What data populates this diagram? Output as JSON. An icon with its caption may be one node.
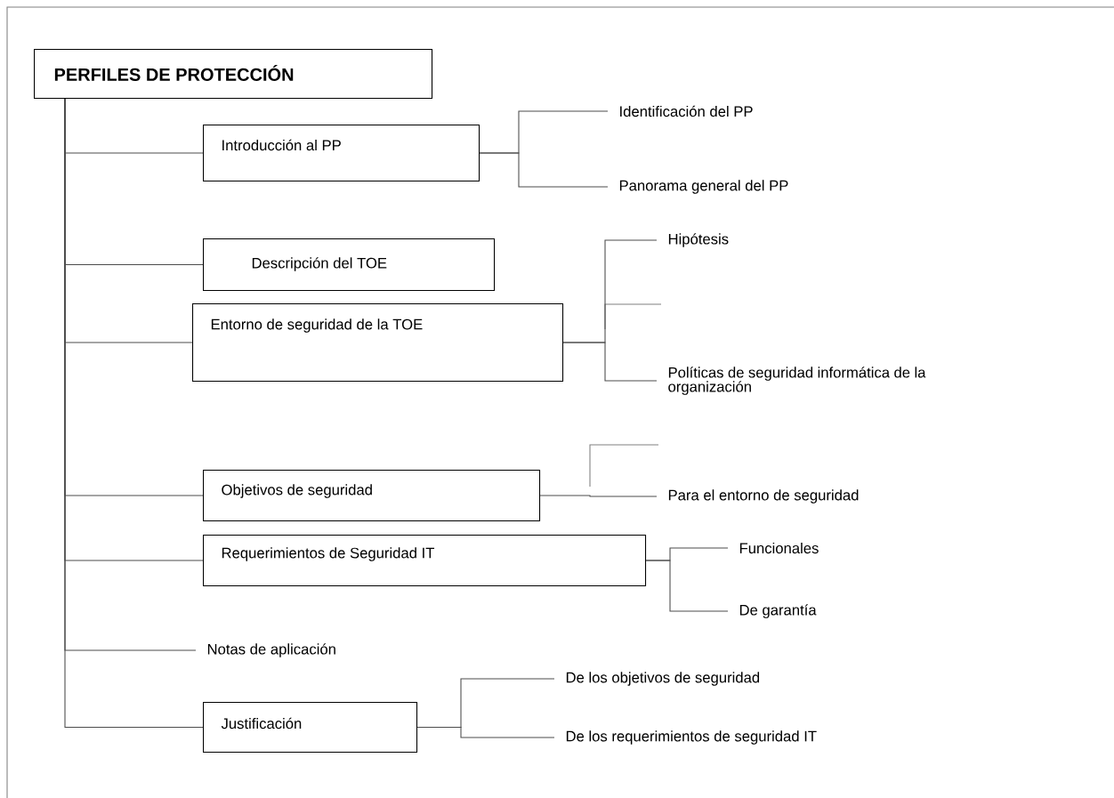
{
  "diagram": {
    "nodes": [
      {
        "text": [
          "PERFILES DE PROTECCIÓN"
        ]
      },
      {
        "text": [
          "Introducción al PP"
        ]
      },
      {
        "text": [
          "Descripción del TOE"
        ]
      },
      {
        "text": [
          "Entorno de seguridad  de la TOE"
        ]
      },
      {
        "text": [
          "Objetivos de seguridad"
        ]
      },
      {
        "text": [
          "Requerimientos de Seguridad IT"
        ]
      },
      {
        "text": [
          "Notas de aplicación"
        ]
      },
      {
        "text": [
          "Justificación"
        ]
      },
      {
        "text": [
          "Identificación del PP"
        ]
      },
      {
        "text": [
          "Panorama general del PP"
        ]
      },
      {
        "text": [
          "Hipótesis"
        ]
      },
      {
        "text": [
          "Políticas de seguridad informática de la organización"
        ]
      },
      {
        "text": [
          "Para el entorno de seguridad"
        ]
      },
      {
        "text": [
          "Funcionales"
        ]
      },
      {
        "text": [
          "De garantía"
        ]
      },
      {
        "text": [
          "De los objetivos de seguridad"
        ]
      },
      {
        "text": [
          "De los requerimientos de seguridad IT"
        ]
      }
    ],
    "edges": [
      {
        "from": 0,
        "to": 1,
        "arrow": "none"
      },
      {
        "from": 0,
        "to": 2,
        "arrow": "none"
      },
      {
        "from": 0,
        "to": 3,
        "arrow": "none"
      },
      {
        "from": 0,
        "to": 4,
        "arrow": "none"
      },
      {
        "from": 0,
        "to": 5,
        "arrow": "none"
      },
      {
        "from": 0,
        "to": 6,
        "arrow": "none"
      },
      {
        "from": 0,
        "to": 7,
        "arrow": "none"
      },
      {
        "from": 1,
        "to": 8,
        "arrow": "none"
      },
      {
        "from": 1,
        "to": 9,
        "arrow": "none"
      },
      {
        "from": 3,
        "to": 10,
        "arrow": "none"
      },
      {
        "from": 3,
        "to": 11,
        "arrow": "none"
      },
      {
        "from": 4,
        "to": 12,
        "arrow": "none"
      },
      {
        "from": 5,
        "to": 13,
        "arrow": "none"
      },
      {
        "from": 5,
        "to": 14,
        "arrow": "none"
      },
      {
        "from": 7,
        "to": 15,
        "arrow": "none"
      },
      {
        "from": 7,
        "to": 16,
        "arrow": "none"
      }
    ]
  }
}
